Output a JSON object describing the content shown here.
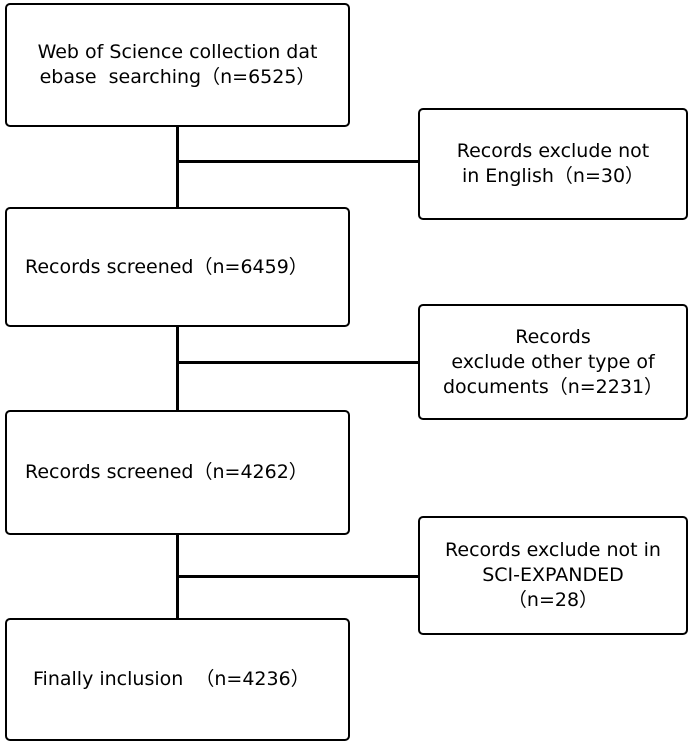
{
  "flow": {
    "steps": [
      {
        "lines": [
          "Web of Science collection dat",
          "ebase  searching（n=6525）"
        ]
      },
      {
        "lines": [
          "Records screened（n=6459）"
        ]
      },
      {
        "lines": [
          "Records screened（n=4262）"
        ]
      },
      {
        "lines": [
          "Finally inclusion  （n=4236）"
        ]
      }
    ],
    "exclusions": [
      {
        "lines": [
          "Records exclude not",
          "in English（n=30）"
        ]
      },
      {
        "lines": [
          "Records",
          "exclude other type of",
          "documents（n=2231）"
        ]
      },
      {
        "lines": [
          "Records exclude not in",
          "SCI-EXPANDED",
          "（n=28）"
        ]
      }
    ]
  }
}
